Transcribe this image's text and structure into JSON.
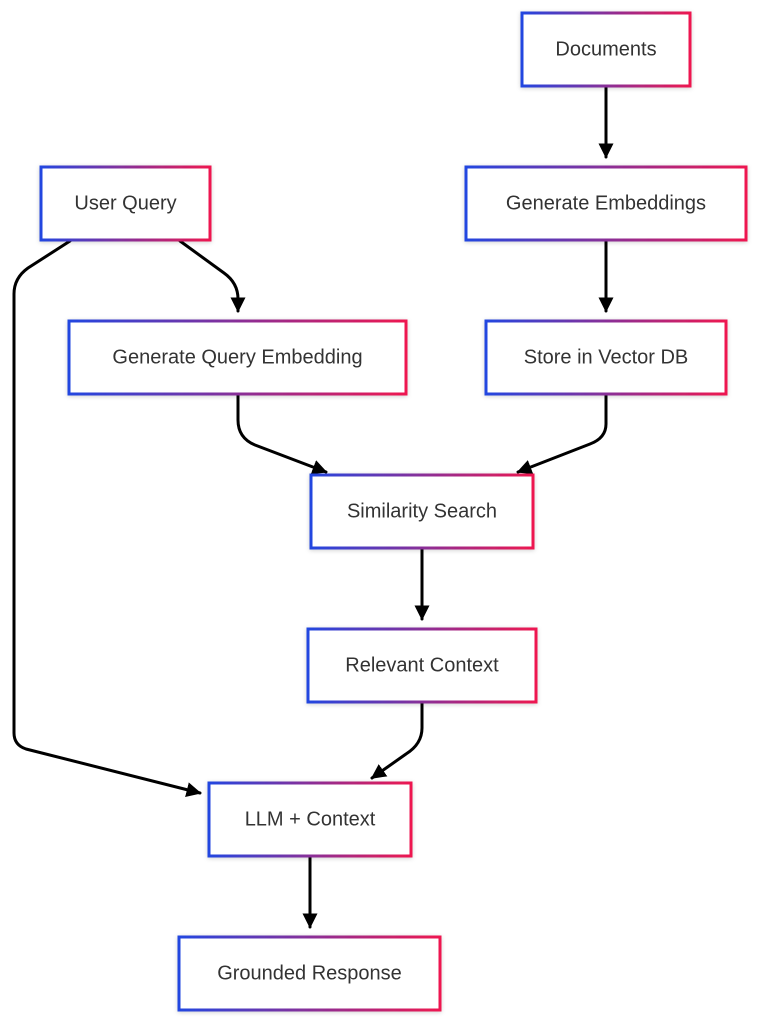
{
  "diagram": {
    "type": "flowchart",
    "colors": {
      "border_gradient_start": "#2346e0",
      "border_gradient_end": "#ee1850",
      "edge": "#000000",
      "text": "#333333",
      "background": "#ffffff"
    },
    "nodes": {
      "documents": "Documents",
      "user_query": "User Query",
      "generate_embeddings": "Generate Embeddings",
      "generate_query_embedding": "Generate Query Embedding",
      "store_vector_db": "Store in Vector DB",
      "similarity_search": "Similarity Search",
      "relevant_context": "Relevant Context",
      "llm_context": "LLM + Context",
      "grounded_response": "Grounded Response"
    },
    "edges": [
      {
        "from": "documents",
        "to": "generate_embeddings"
      },
      {
        "from": "generate_embeddings",
        "to": "store_vector_db"
      },
      {
        "from": "user_query",
        "to": "generate_query_embedding"
      },
      {
        "from": "user_query",
        "to": "llm_context"
      },
      {
        "from": "generate_query_embedding",
        "to": "similarity_search"
      },
      {
        "from": "store_vector_db",
        "to": "similarity_search"
      },
      {
        "from": "similarity_search",
        "to": "relevant_context"
      },
      {
        "from": "relevant_context",
        "to": "llm_context"
      },
      {
        "from": "llm_context",
        "to": "grounded_response"
      }
    ]
  }
}
